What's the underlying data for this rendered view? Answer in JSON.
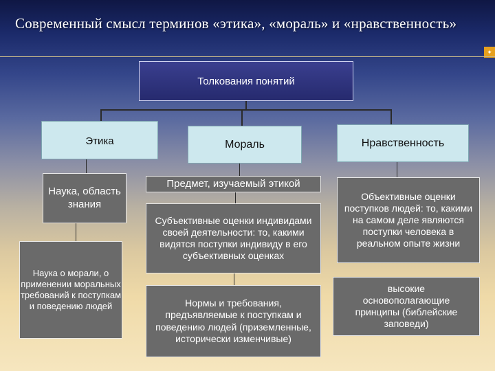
{
  "title": "Современный смысл терминов «этика», «мораль» и «нравственность»",
  "root": "Толкования понятий",
  "ethics": {
    "header": "Этика",
    "item1": "Наука, область знания",
    "item2": "Наука о морали, о применении моральных требований к поступкам и поведению людей"
  },
  "morality": {
    "header": "Мораль",
    "item1": "Предмет, изучаемый этикой",
    "item2": "Субъективные оценки индивидами своей деятельности: то, какими видятся поступки индивиду в его субъективных оценках",
    "item3": "Нормы и требования, предъявляемые к поступкам и поведению людей (приземленные, исторически изменчивые)"
  },
  "virtue": {
    "header": "Нравственность",
    "item1": "Объективные оценки поступков людей: то, какими на самом деле являются поступки человека в реальном опыте жизни",
    "item2": "высокие основополагающие принципы (библейские заповеди)"
  },
  "colors": {
    "root_box": "#2c3080",
    "header_box": "#cde8ee",
    "content_box": "#6a6a6a"
  }
}
